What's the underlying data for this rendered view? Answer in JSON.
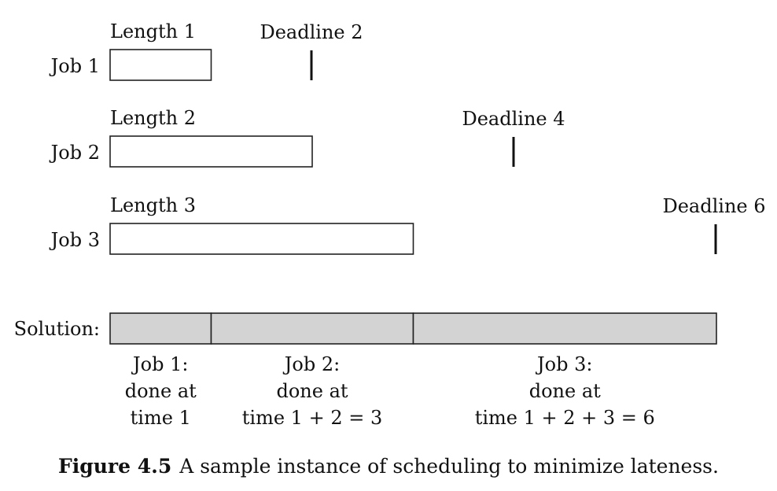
{
  "jobs": [
    {
      "label": "Job 1",
      "length_label": "Length 1",
      "deadline_label": "Deadline 2",
      "length": 1,
      "deadline": 2
    },
    {
      "label": "Job 2",
      "length_label": "Length 2",
      "deadline_label": "Deadline 4",
      "length": 2,
      "deadline": 4
    },
    {
      "label": "Job 3",
      "length_label": "Length 3",
      "deadline_label": "Deadline 6",
      "length": 3,
      "deadline": 6
    }
  ],
  "solution": {
    "label": "Solution:",
    "fill_color": "#d3d3d3",
    "segments": [
      {
        "start": 0,
        "end": 1,
        "lines": [
          "Job 1:",
          "done at",
          "time 1"
        ]
      },
      {
        "start": 1,
        "end": 3,
        "lines": [
          "Job 2:",
          "done at",
          "time 1 + 2 = 3"
        ]
      },
      {
        "start": 3,
        "end": 6,
        "lines": [
          "Job 3:",
          "done at",
          "time 1 + 2 + 3 = 6"
        ]
      }
    ]
  },
  "caption": {
    "number": "Figure 4.5",
    "text": "A sample instance of scheduling to minimize lateness."
  }
}
